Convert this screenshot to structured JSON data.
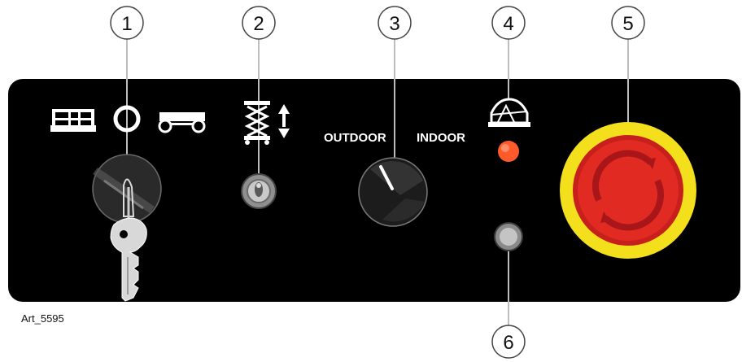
{
  "callouts": {
    "c1": "1",
    "c2": "2",
    "c3": "3",
    "c4": "4",
    "c5": "5",
    "c6": "6"
  },
  "labels": {
    "outdoor": "OUTDOOR",
    "indoor": "INDOOR"
  },
  "art_id": "Art_5595",
  "icons": {
    "platform": "platform-icon",
    "off": "off-position-icon",
    "ground": "ground-control-icon",
    "lift": "scissor-lift-up-down-icon",
    "tilt": "tilt-alarm-icon",
    "key": "key-icon",
    "estop": "emergency-stop-icon"
  },
  "colors": {
    "panel": "#000000",
    "indicator_light": "#ff5a2a",
    "estop_ring": "#f3df1c",
    "estop_button": "#e02a22",
    "estop_dark": "#a8161a"
  }
}
